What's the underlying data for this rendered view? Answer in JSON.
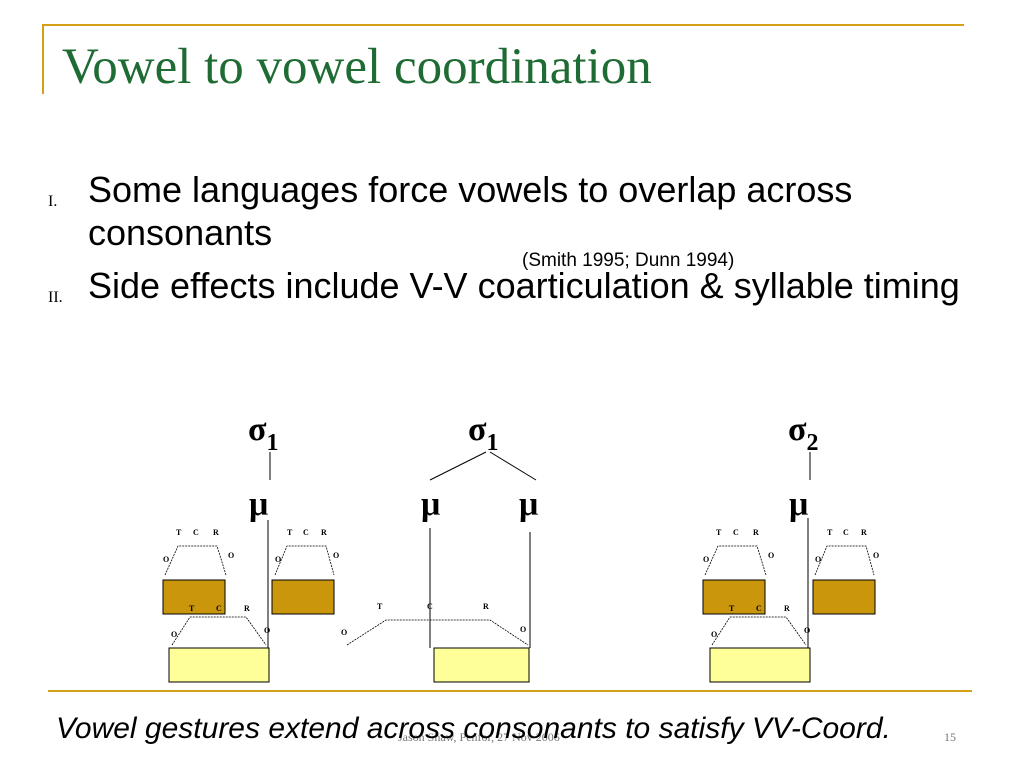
{
  "colors": {
    "frame": "#d4a017",
    "title": "#1e6b33",
    "gesture_dark": "#c9960c",
    "gesture_light": "#ffff99"
  },
  "slide": {
    "title": "Vowel to vowel coordination",
    "bullets": [
      {
        "marker": "I.",
        "text": "Some languages force vowels to overlap across consonants"
      },
      {
        "marker": "II.",
        "text": "Side effects include V-V coarticulation & syllable timing"
      }
    ],
    "citation": "(Smith 1995; Dunn 1994)",
    "caption": "Vowel gestures extend across consonants to satisfy VV-Coord.",
    "footer": "Jason Shaw, Penfor, 27 Nov 2006",
    "page_number": "15"
  },
  "diagram": {
    "sigma": "σ",
    "mu": "μ",
    "sigma_labels": [
      "1",
      "1",
      "2"
    ],
    "landmarks": {
      "target": "T",
      "center": "C",
      "release": "R",
      "onset": "O",
      "offset": "O"
    }
  }
}
